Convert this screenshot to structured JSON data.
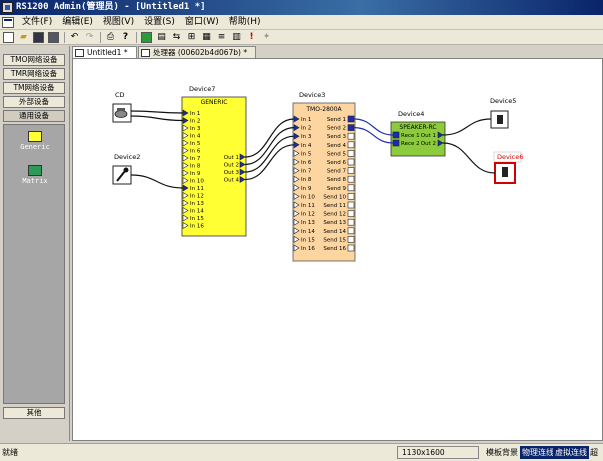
{
  "window": {
    "title": "RS1200  Admin(管理员) - [Untitled1 *]"
  },
  "menu": [
    {
      "label": "文件(F)"
    },
    {
      "label": "编辑(E)"
    },
    {
      "label": "视图(V)"
    },
    {
      "label": "设置(S)"
    },
    {
      "label": "窗口(W)"
    },
    {
      "label": "帮助(H)"
    }
  ],
  "toolbar": [
    {
      "name": "new-icon",
      "glyph": ""
    },
    {
      "name": "open-icon",
      "glyph": "📂"
    },
    {
      "name": "save-icon",
      "glyph": ""
    },
    {
      "name": "save-all-icon",
      "glyph": ""
    },
    {
      "name": "undo-icon",
      "glyph": "↶"
    },
    {
      "name": "redo-icon",
      "glyph": "↷"
    },
    {
      "name": "print-icon",
      "glyph": "⎙"
    },
    {
      "name": "help-icon",
      "glyph": "?"
    },
    {
      "name": "device-icon",
      "glyph": "▣"
    },
    {
      "name": "image-icon",
      "glyph": "▤"
    },
    {
      "name": "connect-icon",
      "glyph": "⇆"
    },
    {
      "name": "grid-icon",
      "glyph": "⊞"
    },
    {
      "name": "layout-icon",
      "glyph": "▦"
    },
    {
      "name": "align-icon",
      "glyph": "≡"
    },
    {
      "name": "properties-icon",
      "glyph": "▥"
    },
    {
      "name": "alert-icon",
      "glyph": "!"
    },
    {
      "name": "wand-icon",
      "glyph": "✦"
    }
  ],
  "left_panel": {
    "categories": [
      "TMO网络设备",
      "TMR网络设备",
      "TM网络设备",
      "外部设备",
      "通用设备"
    ],
    "active_category": "通用设备",
    "palette": [
      {
        "label": "Generic",
        "color": "#ffff33"
      },
      {
        "label": "Matrix",
        "color": "#2e9a5a"
      }
    ],
    "other_button": "其他"
  },
  "tabs": [
    {
      "label": "Untitled1 *"
    },
    {
      "label": "处理器 (00602b4d067b) *"
    }
  ],
  "canvas": {
    "devices": {
      "cd": {
        "name": "CD"
      },
      "device2": {
        "name": "Device2"
      },
      "device7": {
        "name": "Device7",
        "header": "GENERIC",
        "inputs": [
          "In 1",
          "In 2",
          "In 3",
          "In 4",
          "In 5",
          "In 6",
          "In 7",
          "In 8",
          "In 9",
          "In 10",
          "In 11",
          "In 12",
          "In 13",
          "In 14",
          "In 15",
          "In 16"
        ],
        "outputs": [
          "Out 1",
          "Out 2",
          "Out 3",
          "Out 4"
        ]
      },
      "device3": {
        "name": "Device3",
        "header": "TMO-2800A",
        "inputs": [
          "In 1",
          "In 2",
          "In 3",
          "In 4",
          "In 5",
          "In 6",
          "In 7",
          "In 8",
          "In 9",
          "In 10",
          "In 11",
          "In 12",
          "In 13",
          "In 14",
          "In 15",
          "In 16"
        ],
        "outputs": [
          "Send 1",
          "Send 2",
          "Send 3",
          "Send 4",
          "Send 5",
          "Send 6",
          "Send 7",
          "Send 8",
          "Send 9",
          "Send 10",
          "Send 11",
          "Send 12",
          "Send 13",
          "Send 14",
          "Send 15",
          "Send 16"
        ]
      },
      "device4": {
        "name": "Device4",
        "header": "SPEAKER-RC",
        "inputs": [
          "Rece 1",
          "Rece 2"
        ],
        "outputs": [
          "Out 1",
          "Out 2"
        ]
      },
      "device5": {
        "name": "Device5"
      },
      "device6": {
        "name": "Device6"
      }
    }
  },
  "status": {
    "text": "就绪",
    "dimensions": "1130x1600",
    "background": "模板背景",
    "physical": "物理连线",
    "virtual": "虚拟连线",
    "trail": "超"
  },
  "colors": {
    "generic_fill": "#ffff33",
    "tmo_fill": "#fcd5a0",
    "speaker_fill": "#8ccc3c",
    "link_blue": "#1c2bb4",
    "selection_red": "#d40000"
  }
}
